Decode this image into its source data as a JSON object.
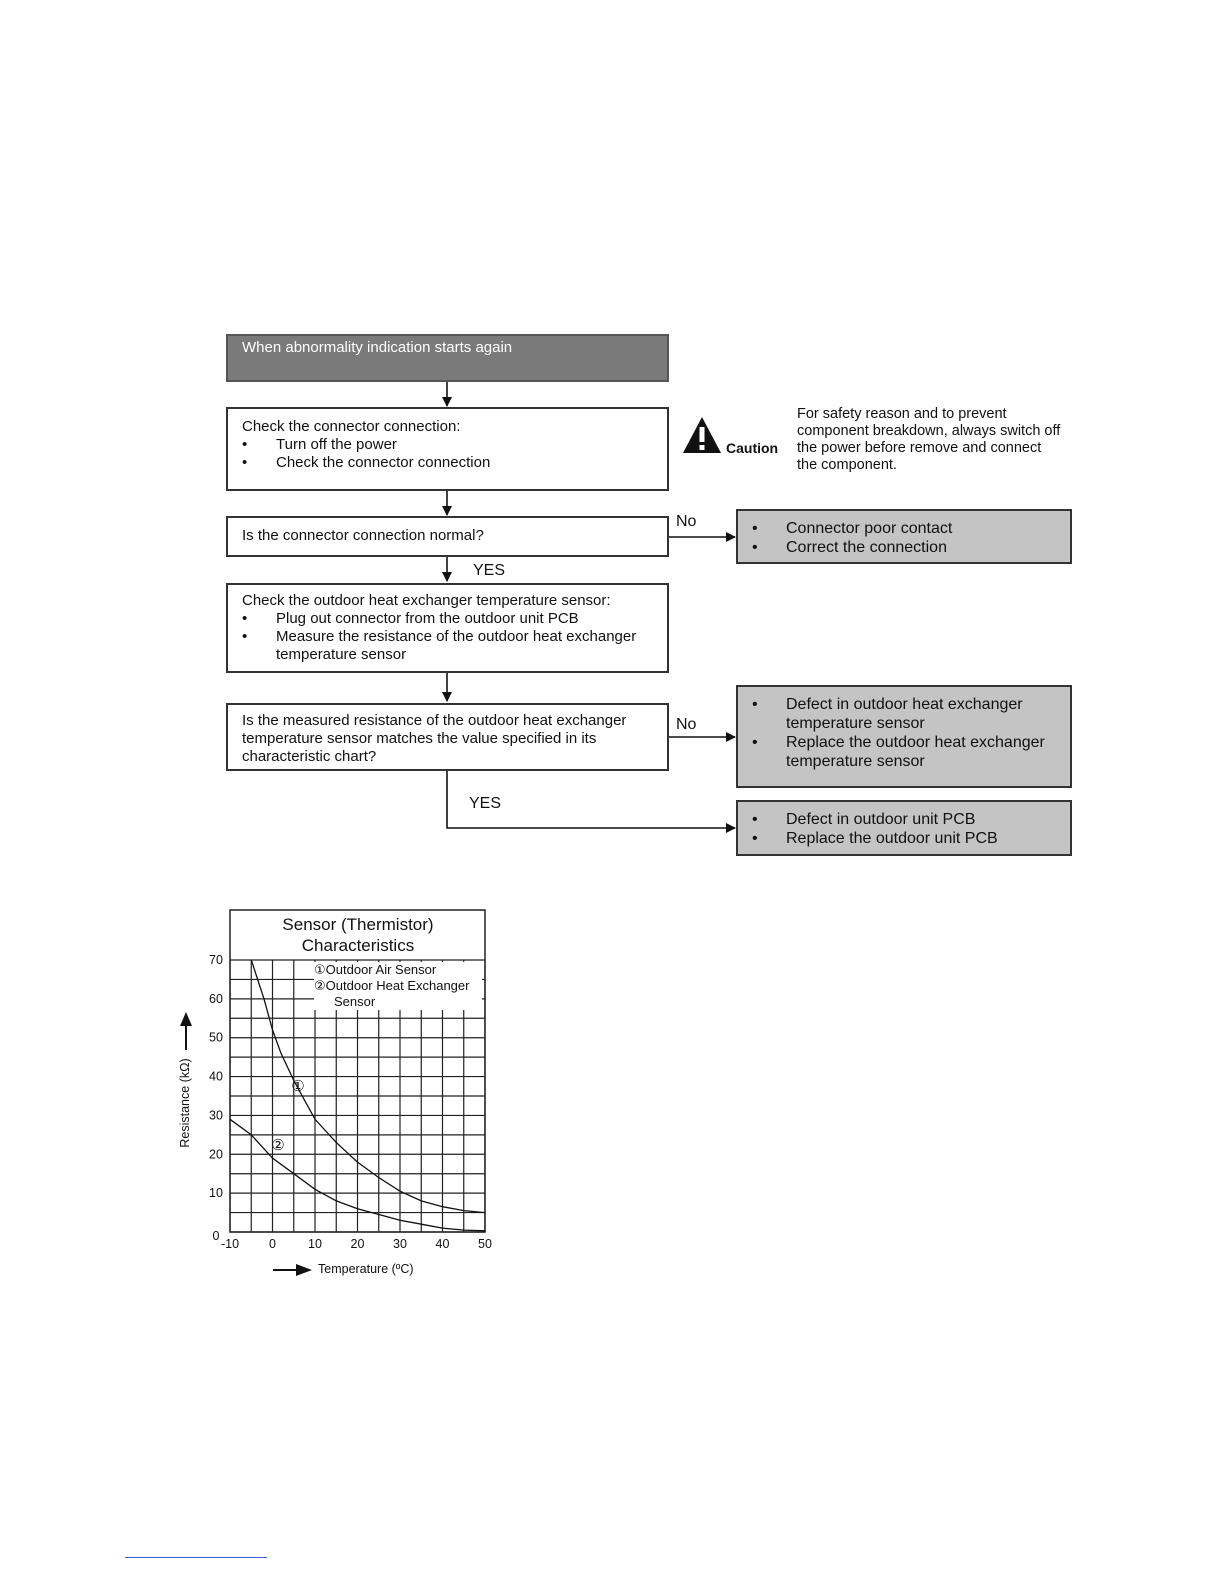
{
  "flow": {
    "start": "When abnormality indication starts again",
    "step1": {
      "title": "Check the connector connection:",
      "items": [
        "Turn off the power",
        "Check the connector connection"
      ]
    },
    "caution": {
      "label": "Caution",
      "text": "For safety reason and to prevent component breakdown, always switch off the power before remove and connect the component."
    },
    "q1": "Is the connector connection normal?",
    "q1_no_label": "No",
    "q1_yes_label": "YES",
    "q1_no_result": [
      "Connector poor contact",
      "Correct the connection"
    ],
    "step2": {
      "title": "Check the outdoor heat exchanger temperature sensor:",
      "items": [
        "Plug out connector from the outdoor unit PCB",
        "Measure the resistance of the outdoor heat exchanger temperature sensor"
      ]
    },
    "q2": "Is the measured resistance of the outdoor heat exchanger temperature sensor matches the value specified in its characteristic chart?",
    "q2_no_label": "No",
    "q2_yes_label": "YES",
    "q2_no_result": [
      "Defect in outdoor heat exchanger temperature sensor",
      "Replace the outdoor heat exchanger temperature sensor"
    ],
    "q2_yes_result": [
      "Defect in outdoor unit PCB",
      "Replace the outdoor unit PCB"
    ]
  },
  "chart_data": {
    "type": "line",
    "title": "Sensor (Thermistor) Characteristics",
    "xlabel": "Temperature (ºC)",
    "ylabel": "Resistance (kΩ)",
    "xlim": [
      -10,
      50
    ],
    "ylim": [
      0,
      70
    ],
    "xticks": [
      "-10",
      "0",
      "10",
      "20",
      "30",
      "40",
      "50"
    ],
    "yticks": [
      "0",
      "10",
      "20",
      "30",
      "40",
      "50",
      "60",
      "70"
    ],
    "grid": true,
    "legend": [
      "①Outdoor Air Sensor",
      "②Outdoor Heat Exchanger Sensor"
    ],
    "legend_line1": "Outdoor Air Sensor",
    "legend_line2": "Outdoor Heat Exchanger",
    "legend_line3": "Sensor",
    "marker1": "①",
    "marker2": "②",
    "series": [
      {
        "name": "①",
        "x": [
          -5,
          -2,
          0,
          2,
          5,
          8,
          10,
          15,
          20,
          25,
          30,
          35,
          40,
          45,
          50
        ],
        "y": [
          70,
          60,
          52,
          46,
          39,
          33,
          29,
          23,
          18,
          14,
          10.5,
          8,
          6.5,
          5.5,
          5
        ]
      },
      {
        "name": "②",
        "x": [
          -10,
          -5,
          0,
          5,
          10,
          15,
          20,
          25,
          30,
          35,
          40,
          45,
          50
        ],
        "y": [
          29,
          25,
          19,
          15,
          11,
          8,
          6,
          4.5,
          3,
          2,
          1,
          0.5,
          0.3
        ]
      }
    ]
  }
}
